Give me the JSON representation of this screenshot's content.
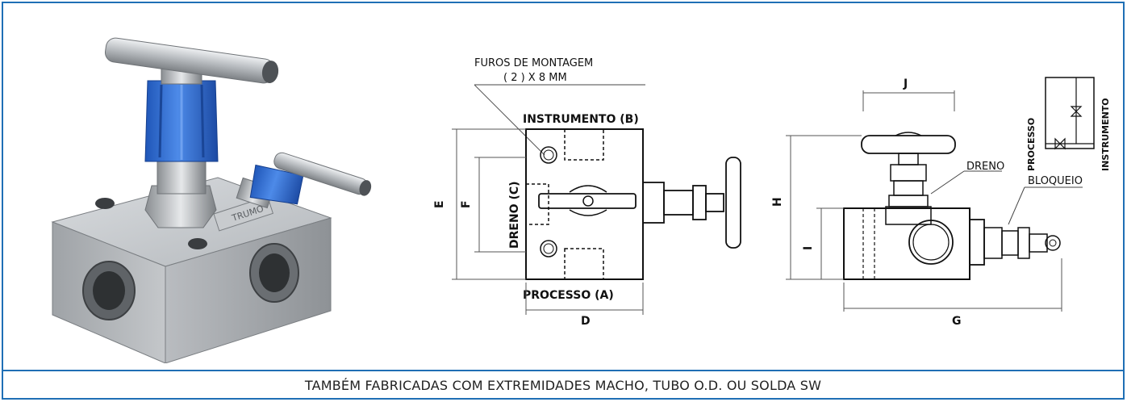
{
  "diagram": {
    "front_view": {
      "mounting_holes_label_line1": "FUROS DE MONTAGEM",
      "mounting_holes_label_line2": "( 2 ) X 8 MM",
      "instrument_port": "INSTRUMENTO (B)",
      "drain_port": "DRENO (C)",
      "process_port": "PROCESSO (A)",
      "dim_D": "D",
      "dim_E": "E",
      "dim_F": "F"
    },
    "side_view": {
      "dim_J": "J",
      "dim_H": "H",
      "dim_I": "I",
      "dim_G": "G",
      "drain_label": "DRENO",
      "block_label": "BLOQUEIO"
    },
    "schematic": {
      "process_label": "PROCESSO",
      "instrument_label": "INSTRUMENTO"
    },
    "product_brand": "TRUMO"
  },
  "footer": {
    "note": "TAMBÉM FABRICADAS COM EXTREMIDADES MACHO, TUBO O.D. OU SOLDA SW"
  },
  "colors": {
    "border": "#1f6fb5",
    "handle_blue": "#2f6fd6",
    "steel": "#a9adb2"
  }
}
